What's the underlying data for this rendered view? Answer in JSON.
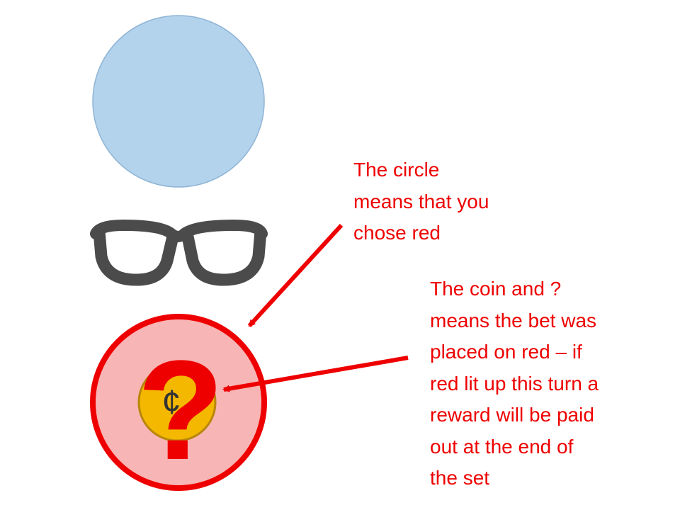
{
  "colors": {
    "blue_circle_fill": "#b3d3ec",
    "blue_circle_stroke": "#8fb4d6",
    "glasses": "#4b4b4b",
    "selection_fill": "#f8b5b5",
    "selection_stroke": "#ee0000",
    "coin_fill": "#f5b800",
    "coin_stroke": "#b8860b",
    "question_mark": "#ee0000",
    "annotation_text": "#ee0000",
    "arrow": "#ee0000"
  },
  "icons": {
    "top_shape": "blue-circle-icon",
    "glasses": "glasses-icon",
    "coin": "coin-icon",
    "coin_symbol": "¢",
    "question": "?"
  },
  "annotations": {
    "circle_note": {
      "lines": [
        "The circle",
        "means that you",
        "chose red"
      ]
    },
    "coin_note": {
      "lines": [
        "The coin and ?",
        "means the bet was",
        "placed on red – if",
        "red lit up this turn a",
        "reward will be paid",
        "out at the end of",
        "the set"
      ]
    }
  }
}
